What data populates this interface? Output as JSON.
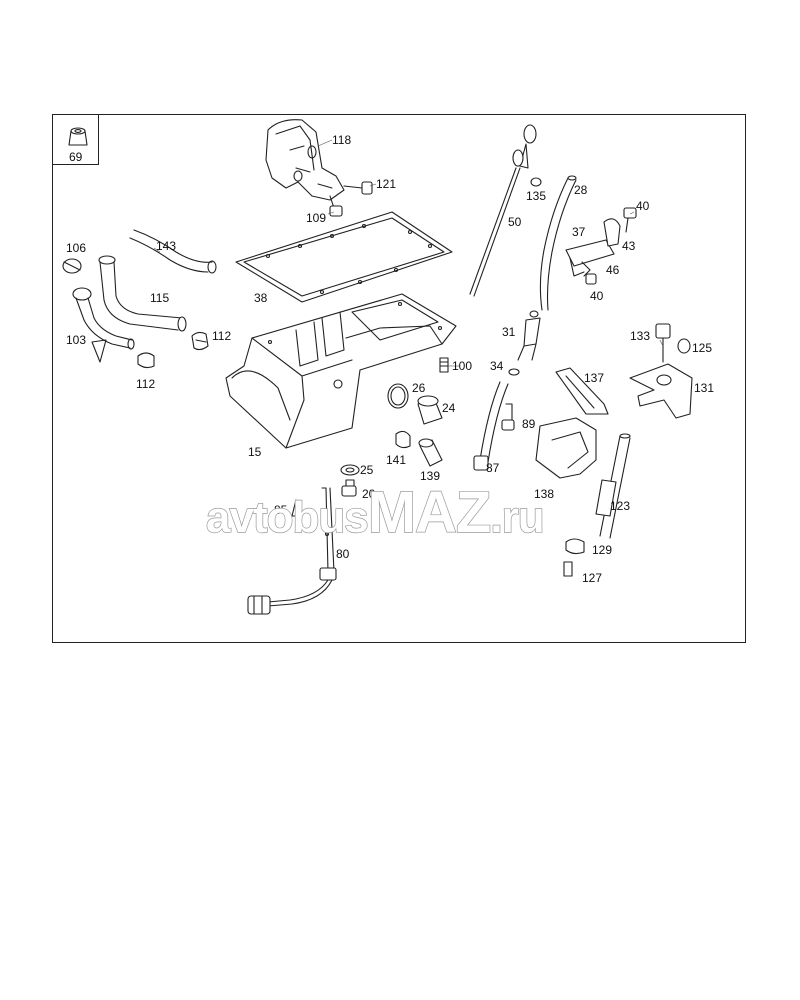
{
  "diagram": {
    "legend": {
      "part_number": "69"
    },
    "watermark": {
      "prefix": "avtobus",
      "brand": "MAZ",
      "suffix": ".ru"
    },
    "callouts": [
      {
        "id": "c118",
        "text": "118"
      },
      {
        "id": "c121",
        "text": "121"
      },
      {
        "id": "c109",
        "text": "109"
      },
      {
        "id": "c143",
        "text": "143"
      },
      {
        "id": "c106",
        "text": "106"
      },
      {
        "id": "c115",
        "text": "115"
      },
      {
        "id": "c38",
        "text": "38"
      },
      {
        "id": "c112a",
        "text": "112"
      },
      {
        "id": "c103",
        "text": "103"
      },
      {
        "id": "c112b",
        "text": "112"
      },
      {
        "id": "c50",
        "text": "50"
      },
      {
        "id": "c135",
        "text": "135"
      },
      {
        "id": "c28",
        "text": "28"
      },
      {
        "id": "c40a",
        "text": "40"
      },
      {
        "id": "c37",
        "text": "37"
      },
      {
        "id": "c43",
        "text": "43"
      },
      {
        "id": "c46",
        "text": "46"
      },
      {
        "id": "c40b",
        "text": "40"
      },
      {
        "id": "c31",
        "text": "31"
      },
      {
        "id": "c133",
        "text": "133"
      },
      {
        "id": "c125",
        "text": "125"
      },
      {
        "id": "c100",
        "text": "100"
      },
      {
        "id": "c34",
        "text": "34"
      },
      {
        "id": "c137",
        "text": "137"
      },
      {
        "id": "c131",
        "text": "131"
      },
      {
        "id": "c26",
        "text": "26"
      },
      {
        "id": "c24",
        "text": "24"
      },
      {
        "id": "c89",
        "text": "89"
      },
      {
        "id": "c15",
        "text": "15"
      },
      {
        "id": "c141",
        "text": "141"
      },
      {
        "id": "c87",
        "text": "87"
      },
      {
        "id": "c139",
        "text": "139"
      },
      {
        "id": "c25",
        "text": "25"
      },
      {
        "id": "c138",
        "text": "138"
      },
      {
        "id": "c20",
        "text": "20"
      },
      {
        "id": "c123",
        "text": "123"
      },
      {
        "id": "c85",
        "text": "85"
      },
      {
        "id": "c80",
        "text": "80"
      },
      {
        "id": "c129",
        "text": "129"
      },
      {
        "id": "c127",
        "text": "127"
      }
    ]
  }
}
